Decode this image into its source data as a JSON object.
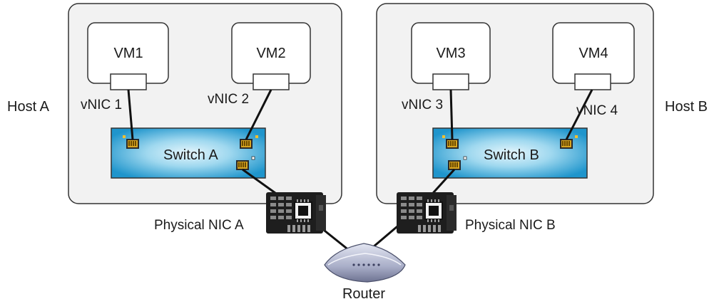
{
  "hosts": [
    {
      "label": "Host A"
    },
    {
      "label": "Host B"
    }
  ],
  "vms": [
    {
      "label": "VM1"
    },
    {
      "label": "VM2"
    },
    {
      "label": "VM3"
    },
    {
      "label": "VM4"
    }
  ],
  "vnics": [
    {
      "label": "vNIC 1"
    },
    {
      "label": "vNIC 2"
    },
    {
      "label": "vNIC 3"
    },
    {
      "label": "vNIC 4"
    }
  ],
  "switches": [
    {
      "label": "Switch A"
    },
    {
      "label": "Switch B"
    }
  ],
  "physical_nics": [
    {
      "label": "Physical NIC A"
    },
    {
      "label": "Physical NIC B"
    }
  ],
  "router": {
    "label": "Router"
  },
  "colors": {
    "switch_fill_center": "#bfe6f5",
    "switch_fill_edge": "#1f9ad0",
    "port_gold": "#d8a520",
    "host_border": "#333333",
    "cable": "#111111"
  }
}
